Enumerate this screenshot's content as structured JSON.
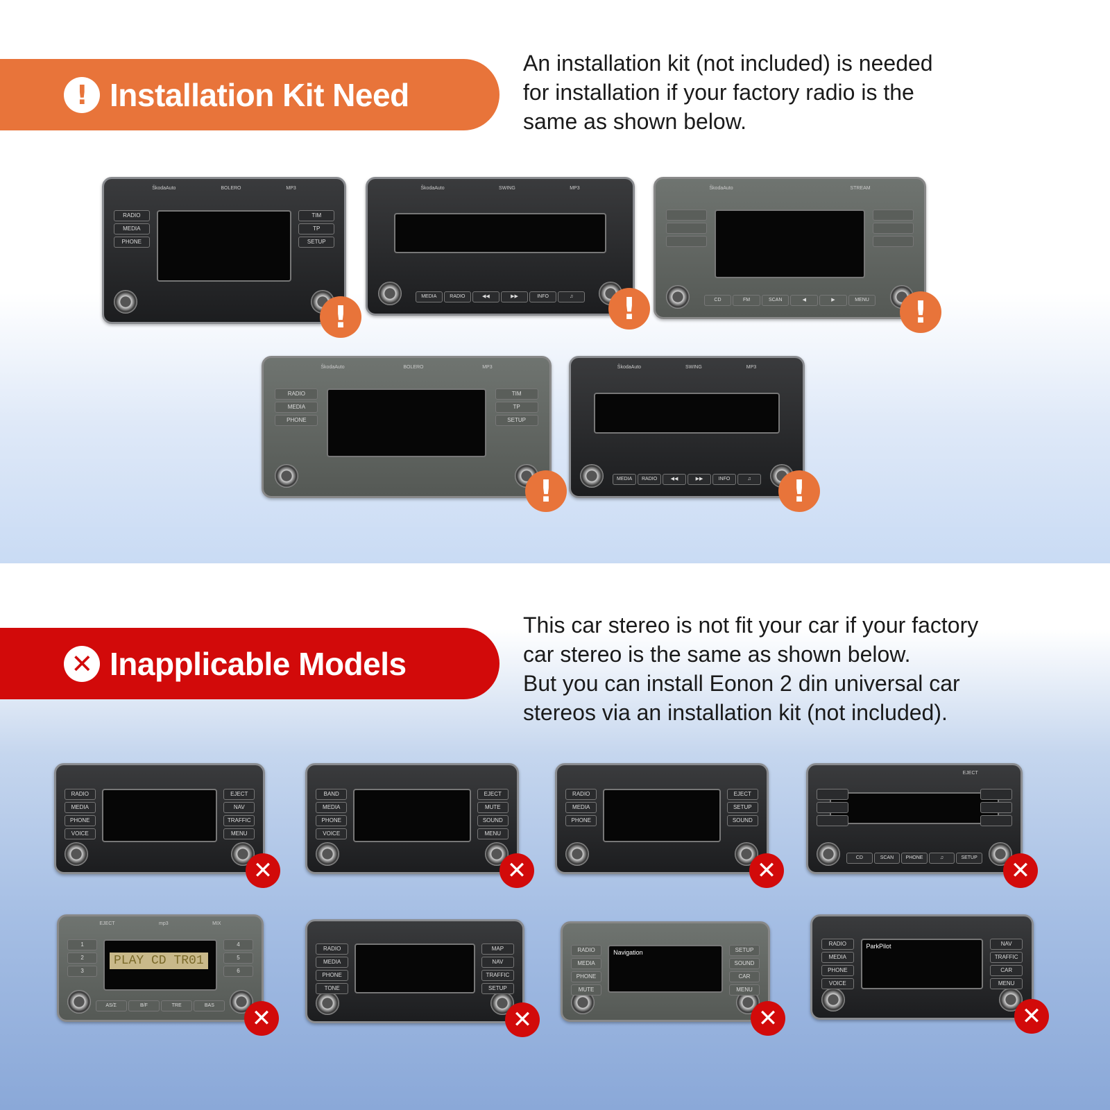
{
  "section1": {
    "title": "Installation Kit Need",
    "icon": "!",
    "lines": [
      "An installation kit (not included) is needed",
      "for installation if your factory radio is the",
      "same as shown below."
    ]
  },
  "section2": {
    "title": "Inapplicable Models",
    "icon": "✕",
    "lines": [
      "This car stereo is not fit your car if your factory",
      "car stereo is the same as shown below.",
      "But you can install Eonon 2 din universal car",
      "stereos via an installation kit (not included)."
    ]
  },
  "colors": {
    "orange": "#e8743a",
    "red": "#d20a0a"
  },
  "radios_need": [
    {
      "top": [
        "ŠkodaAuto",
        "BOLERO",
        "MP3"
      ],
      "left": [
        "RADIO",
        "MEDIA",
        "PHONE"
      ],
      "right": [
        "TIM",
        "TP",
        "SETUP"
      ],
      "row": []
    },
    {
      "top": [
        "ŠkodaAuto",
        "SWING",
        "MP3"
      ],
      "left": [],
      "right": [],
      "row": [
        "MEDIA",
        "RADIO",
        "◀◀",
        "▶▶",
        "INFO",
        "♫"
      ],
      "wide": true
    },
    {
      "top": [
        "ŠkodaAuto",
        "",
        "STREAM"
      ],
      "left": [
        "",
        "",
        ""
      ],
      "right": [
        "",
        "",
        ""
      ],
      "row": [
        "CD",
        "FM",
        "SCAN",
        "◀",
        "▶",
        "MENU"
      ],
      "grey": true
    },
    {
      "top": [
        "ŠkodaAuto",
        "BOLERO",
        "MP3"
      ],
      "left": [
        "RADIO",
        "MEDIA",
        "PHONE"
      ],
      "right": [
        "TIM",
        "TP",
        "SETUP"
      ],
      "row": [],
      "grey": true
    },
    {
      "top": [
        "ŠkodaAuto",
        "SWING",
        "MP3"
      ],
      "left": [],
      "right": [],
      "row": [
        "MEDIA",
        "RADIO",
        "◀◀",
        "▶▶",
        "INFO",
        "♫"
      ],
      "wide": true
    }
  ],
  "radios_no": [
    {
      "top": [],
      "left": [
        "RADIO",
        "MEDIA",
        "PHONE",
        "VOICE"
      ],
      "right": [
        "EJECT",
        "NAV",
        "TRAFFIC",
        "MENU"
      ],
      "row": []
    },
    {
      "top": [],
      "left": [
        "BAND",
        "MEDIA",
        "PHONE",
        "VOICE"
      ],
      "right": [
        "EJECT",
        "MUTE",
        "SOUND",
        "MENU"
      ],
      "row": []
    },
    {
      "top": [],
      "left": [
        "RADIO",
        "MEDIA",
        "PHONE"
      ],
      "right": [
        "EJECT",
        "SETUP",
        "SOUND"
      ],
      "row": []
    },
    {
      "top": [
        "",
        "",
        "EJECT"
      ],
      "left": [
        "",
        "",
        ""
      ],
      "right": [
        "",
        "",
        ""
      ],
      "row": [
        "CD",
        "SCAN",
        "PHONE",
        "♫",
        "SETUP"
      ],
      "wide": true
    },
    {
      "top": [
        "EJECT",
        "mp3",
        "MIX"
      ],
      "left": [
        "1",
        "2",
        "3"
      ],
      "right": [
        "4",
        "5",
        "6"
      ],
      "row": [
        "AS/Σ",
        "B/F",
        "TRE",
        "BAS"
      ],
      "lcd": "PLAY CD TR01",
      "grey": true
    },
    {
      "top": [],
      "left": [
        "RADIO",
        "MEDIA",
        "PHONE",
        "TONE"
      ],
      "right": [
        "MAP",
        "NAV",
        "TRAFFIC",
        "SETUP"
      ],
      "row": []
    },
    {
      "top": [],
      "left": [
        "RADIO",
        "MEDIA",
        "PHONE",
        "MUTE"
      ],
      "right": [
        "SETUP",
        "SOUND",
        "CAR",
        "MENU"
      ],
      "row": [],
      "screen": "Navigation",
      "grey": true
    },
    {
      "top": [],
      "left": [
        "RADIO",
        "MEDIA",
        "PHONE",
        "VOICE"
      ],
      "right": [
        "NAV",
        "TRAFFIC",
        "CAR",
        "MENU"
      ],
      "row": [],
      "screen": "ParkPilot"
    }
  ]
}
